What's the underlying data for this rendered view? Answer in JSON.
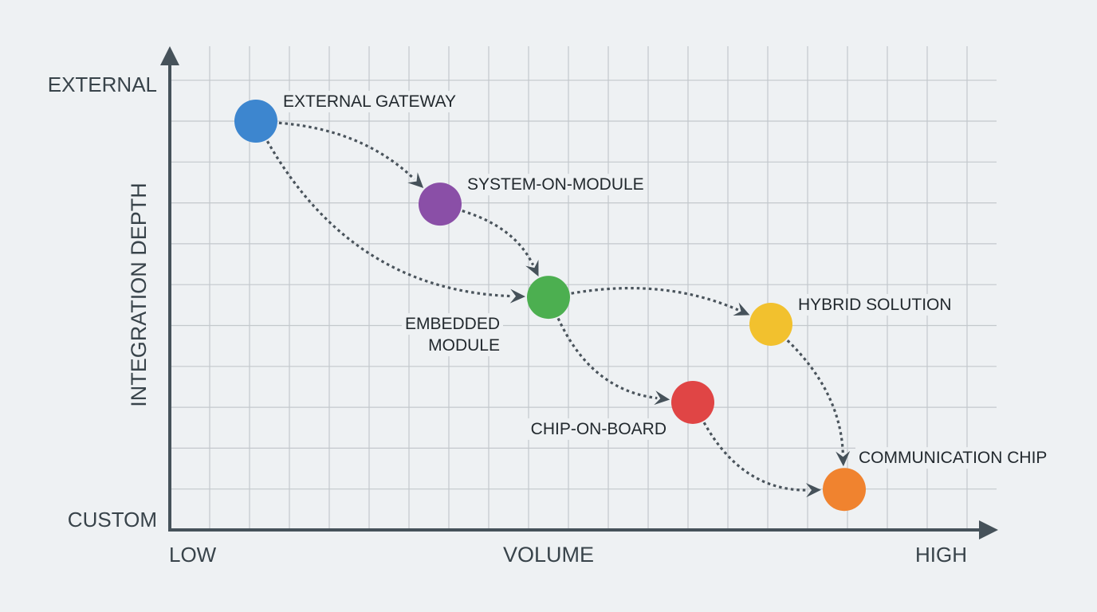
{
  "chart_data": {
    "type": "scatter",
    "title": "",
    "xlabel": "VOLUME",
    "ylabel": "INTEGRATION DEPTH",
    "x_tick_labels": {
      "low": "LOW",
      "high": "HIGH"
    },
    "y_tick_labels": {
      "low": "CUSTOM",
      "high": "EXTERNAL"
    },
    "xlim": [
      0,
      20.74
    ],
    "ylim": [
      0,
      11.9
    ],
    "grid": true,
    "x_grid_step": 1,
    "y_grid_step": 1,
    "nodes": [
      {
        "id": "external-gateway",
        "label": [
          "EXTERNAL GATEWAY"
        ],
        "x": 2.16,
        "y": 10.0,
        "color": "#3d86cf",
        "label_pos": "right-top"
      },
      {
        "id": "system-on-module",
        "label": [
          "SYSTEM-ON-MODULE"
        ],
        "x": 6.78,
        "y": 7.97,
        "color": "#8a4fa7",
        "label_pos": "right-top"
      },
      {
        "id": "embedded-module",
        "label": [
          "EMBEDDED",
          "MODULE"
        ],
        "x": 9.5,
        "y": 5.69,
        "color": "#4caf50",
        "label_pos": "left-bottom"
      },
      {
        "id": "hybrid-solution",
        "label": [
          "HYBRID SOLUTION"
        ],
        "x": 15.08,
        "y": 5.03,
        "color": "#f2c12e",
        "label_pos": "right-top"
      },
      {
        "id": "chip-on-board",
        "label": [
          "CHIP-ON-BOARD"
        ],
        "x": 13.12,
        "y": 3.12,
        "color": "#e04545",
        "label_pos": "left-bottom"
      },
      {
        "id": "communication-chip",
        "label": [
          "COMMUNICATION CHIP"
        ],
        "x": 16.92,
        "y": 0.99,
        "color": "#f0832f",
        "label_pos": "right-top"
      }
    ],
    "edges": [
      {
        "from": "external-gateway",
        "to": "system-on-module"
      },
      {
        "from": "external-gateway",
        "to": "embedded-module"
      },
      {
        "from": "system-on-module",
        "to": "embedded-module"
      },
      {
        "from": "embedded-module",
        "to": "hybrid-solution"
      },
      {
        "from": "embedded-module",
        "to": "chip-on-board"
      },
      {
        "from": "hybrid-solution",
        "to": "communication-chip"
      },
      {
        "from": "chip-on-board",
        "to": "communication-chip"
      }
    ]
  }
}
